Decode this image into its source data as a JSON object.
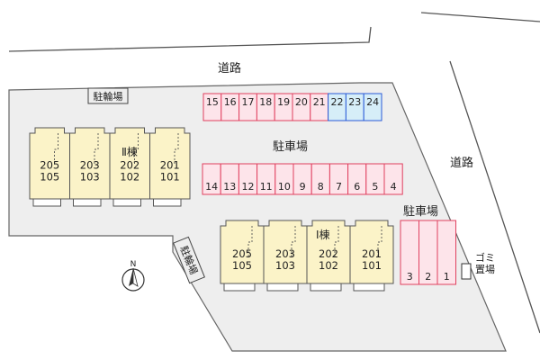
{
  "labels": {
    "road_top": "道路",
    "road_right": "道路",
    "bicycle_top": "駐輪場",
    "bicycle_side": "駐輪場",
    "parking_center": "駐車場",
    "parking_right": "駐車場",
    "building_2": "Ⅱ棟",
    "building_1": "Ⅰ棟",
    "garbage": "ゴミ\n置場",
    "north": "N"
  },
  "parking": {
    "top_row": [
      "15",
      "16",
      "17",
      "18",
      "19",
      "20",
      "21",
      "22",
      "23",
      "24"
    ],
    "top_row_blue": [
      "22",
      "23",
      "24"
    ],
    "middle_row": [
      "14",
      "13",
      "12",
      "11",
      "10",
      "9",
      "8",
      "7",
      "6",
      "5",
      "4"
    ],
    "right_row": [
      "3",
      "2",
      "1"
    ]
  },
  "buildings": {
    "building_2_units": [
      {
        "upper": "205",
        "lower": "105"
      },
      {
        "upper": "203",
        "lower": "103"
      },
      {
        "upper": "202",
        "lower": "102"
      },
      {
        "upper": "201",
        "lower": "101"
      }
    ],
    "building_1_units": [
      {
        "upper": "205",
        "lower": "105"
      },
      {
        "upper": "203",
        "lower": "103"
      },
      {
        "upper": "202",
        "lower": "102"
      },
      {
        "upper": "201",
        "lower": "101"
      }
    ]
  },
  "colors": {
    "lot_fill": "#eeeeee",
    "lot_border": "#666666",
    "building_fill": "#fbf3c8",
    "building_border": "#555555",
    "parking_red_fill": "#fde4ea",
    "parking_red_border": "#e0405f",
    "parking_blue_fill": "#d6eef8",
    "parking_blue_border": "#2a5bd7"
  }
}
